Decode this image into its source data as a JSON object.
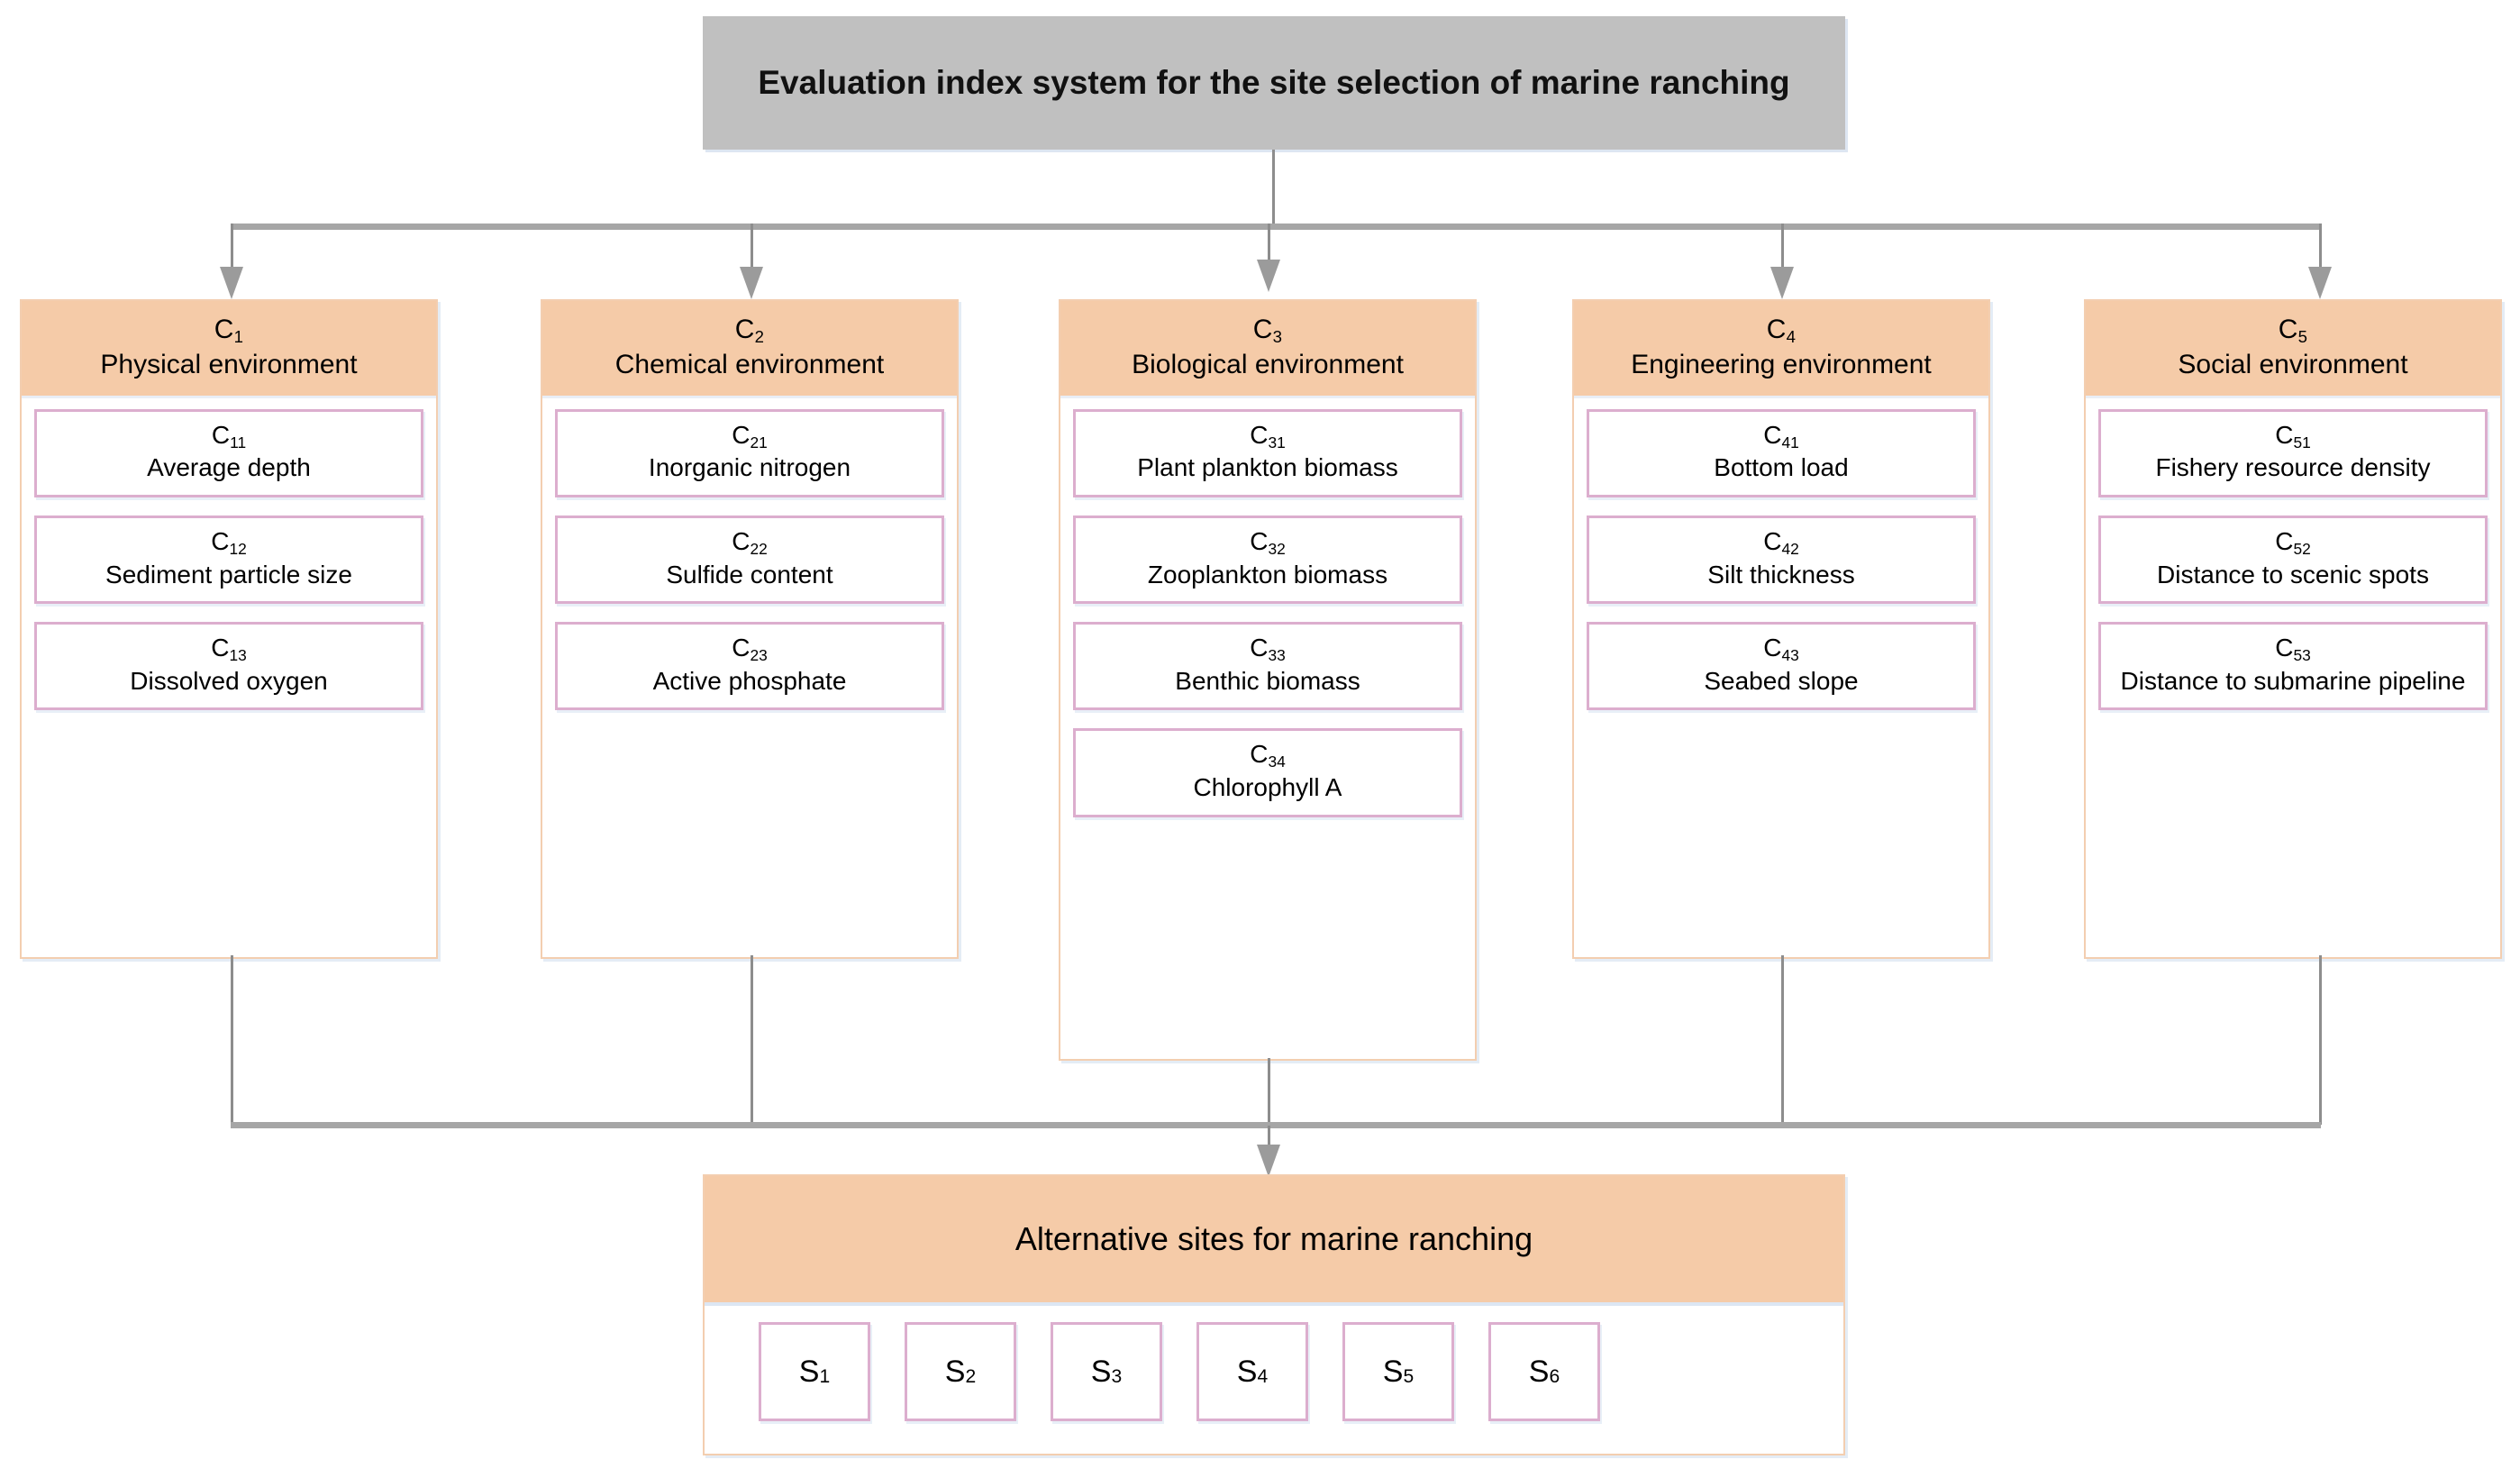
{
  "root": {
    "title": "Evaluation index system for the site selection of marine ranching"
  },
  "colors": {
    "header_fill": "#f5cba8",
    "root_fill": "#c0c0c0",
    "leaf_border": "#dcaece",
    "connector": "#8d8d8d",
    "column_border": "#f3ceb0"
  },
  "criteria": [
    {
      "code": "C",
      "index": "1",
      "name": "Physical environment",
      "items": [
        {
          "code": "C",
          "index": "11",
          "name": "Average depth"
        },
        {
          "code": "C",
          "index": "12",
          "name": "Sediment particle size"
        },
        {
          "code": "C",
          "index": "13",
          "name": "Dissolved oxygen"
        }
      ]
    },
    {
      "code": "C",
      "index": "2",
      "name": "Chemical environment",
      "items": [
        {
          "code": "C",
          "index": "21",
          "name": "Inorganic nitrogen"
        },
        {
          "code": "C",
          "index": "22",
          "name": "Sulfide content"
        },
        {
          "code": "C",
          "index": "23",
          "name": "Active phosphate"
        }
      ]
    },
    {
      "code": "C",
      "index": "3",
      "name": "Biological environment",
      "items": [
        {
          "code": "C",
          "index": "31",
          "name": "Plant plankton biomass"
        },
        {
          "code": "C",
          "index": "32",
          "name": "Zooplankton biomass"
        },
        {
          "code": "C",
          "index": "33",
          "name": "Benthic biomass"
        },
        {
          "code": "C",
          "index": "34",
          "name": "Chlorophyll A"
        }
      ]
    },
    {
      "code": "C",
      "index": "4",
      "name": "Engineering environment",
      "items": [
        {
          "code": "C",
          "index": "41",
          "name": "Bottom load"
        },
        {
          "code": "C",
          "index": "42",
          "name": "Silt thickness"
        },
        {
          "code": "C",
          "index": "43",
          "name": "Seabed slope"
        }
      ]
    },
    {
      "code": "C",
      "index": "5",
      "name": "Social environment",
      "items": [
        {
          "code": "C",
          "index": "51",
          "name": "Fishery resource density"
        },
        {
          "code": "C",
          "index": "52",
          "name": "Distance to scenic spots"
        },
        {
          "code": "C",
          "index": "53",
          "name": "Distance to submarine pipeline"
        }
      ]
    }
  ],
  "alternatives": {
    "title": "Alternative sites for marine ranching",
    "sites": [
      {
        "code": "S",
        "index": "1"
      },
      {
        "code": "S",
        "index": "2"
      },
      {
        "code": "S",
        "index": "3"
      },
      {
        "code": "S",
        "index": "4"
      },
      {
        "code": "S",
        "index": "5"
      },
      {
        "code": "S",
        "index": "6"
      }
    ]
  }
}
